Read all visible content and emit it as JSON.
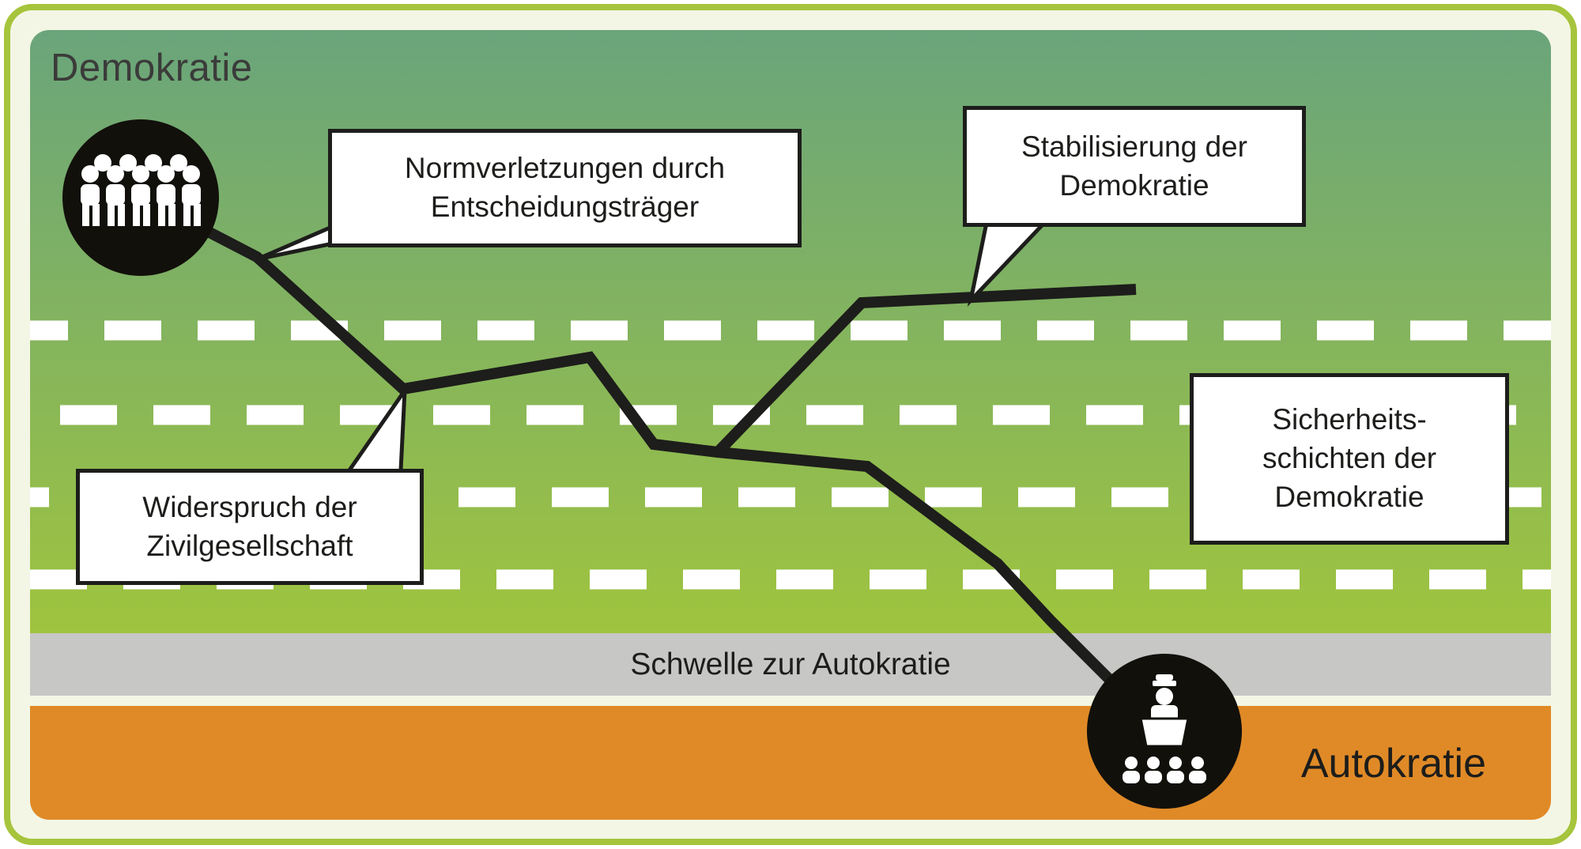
{
  "title": "Demokratie",
  "bands": {
    "threshold_label": "Schwelle zur Autokratie",
    "autocracy_label": "Autokratie"
  },
  "callouts": {
    "norm_violations": {
      "lines": [
        "Normverletzungen durch",
        "Entscheidungsträger"
      ]
    },
    "stabilization": {
      "lines": [
        "Stabilisierung der",
        "Demokratie"
      ]
    },
    "civil_society": {
      "lines": [
        "Widerspruch der",
        "Zivilgesellschaft"
      ]
    },
    "security_layers": {
      "lines": [
        "Sicherheits-",
        "schichten der",
        "Demokratie"
      ]
    }
  },
  "icons": {
    "crowd": "crowd-of-citizens-icon",
    "autocrat": "autocrat-at-podium-icon"
  },
  "colors": {
    "frame_border_green": "#a6c43c",
    "frame_cream": "#f3f6e4",
    "democracy_green_top": "#6aa57b",
    "democracy_green_bottom": "#9fc43e",
    "security_layer_white": "#ffffff",
    "threshold_gray": "#c7c7c6",
    "autocracy_orange": "#e08a27",
    "path_black": "#1d1d1b",
    "icon_black": "#12100b"
  }
}
